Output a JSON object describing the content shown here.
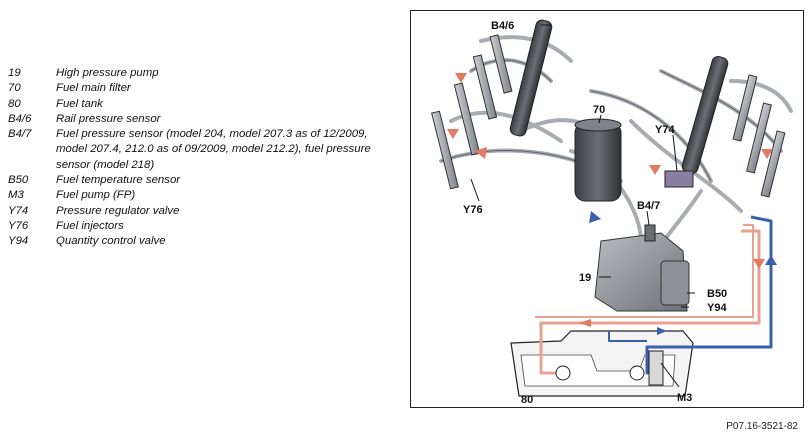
{
  "legend": [
    {
      "code": "19",
      "text": "High pressure pump"
    },
    {
      "code": "70",
      "text": "Fuel main filter"
    },
    {
      "code": "80",
      "text": "Fuel tank"
    },
    {
      "code": "B4/6",
      "text": "Rail pressure sensor"
    },
    {
      "code": "B4/7",
      "text": "Fuel pressure sensor (model 204, model 207.3 as of 12/2009, model 207.4, 212.0 as of 09/2009, model 212.2), fuel pressure sensor (model 218)"
    },
    {
      "code": "B50",
      "text": "Fuel temperature sensor"
    },
    {
      "code": "M3",
      "text": "Fuel pump (FP)"
    },
    {
      "code": "Y74",
      "text": "Pressure regulator valve"
    },
    {
      "code": "Y76",
      "text": "Fuel injectors"
    },
    {
      "code": "Y94",
      "text": "Quantity control valve"
    }
  ],
  "diagram_labels": {
    "b46": "B4/6",
    "c70": "70",
    "y74": "Y74",
    "y76": "Y76",
    "b47": "B4/7",
    "c19": "19",
    "b50": "B50",
    "y94": "Y94",
    "c80": "80",
    "m3": "M3"
  },
  "reference": "P07.16-3521-82",
  "colors": {
    "return_line": "#e8a090",
    "supply_line": "#3a5fb0",
    "arrow_red": "#e07a62",
    "arrow_blue": "#3a5fb0"
  }
}
